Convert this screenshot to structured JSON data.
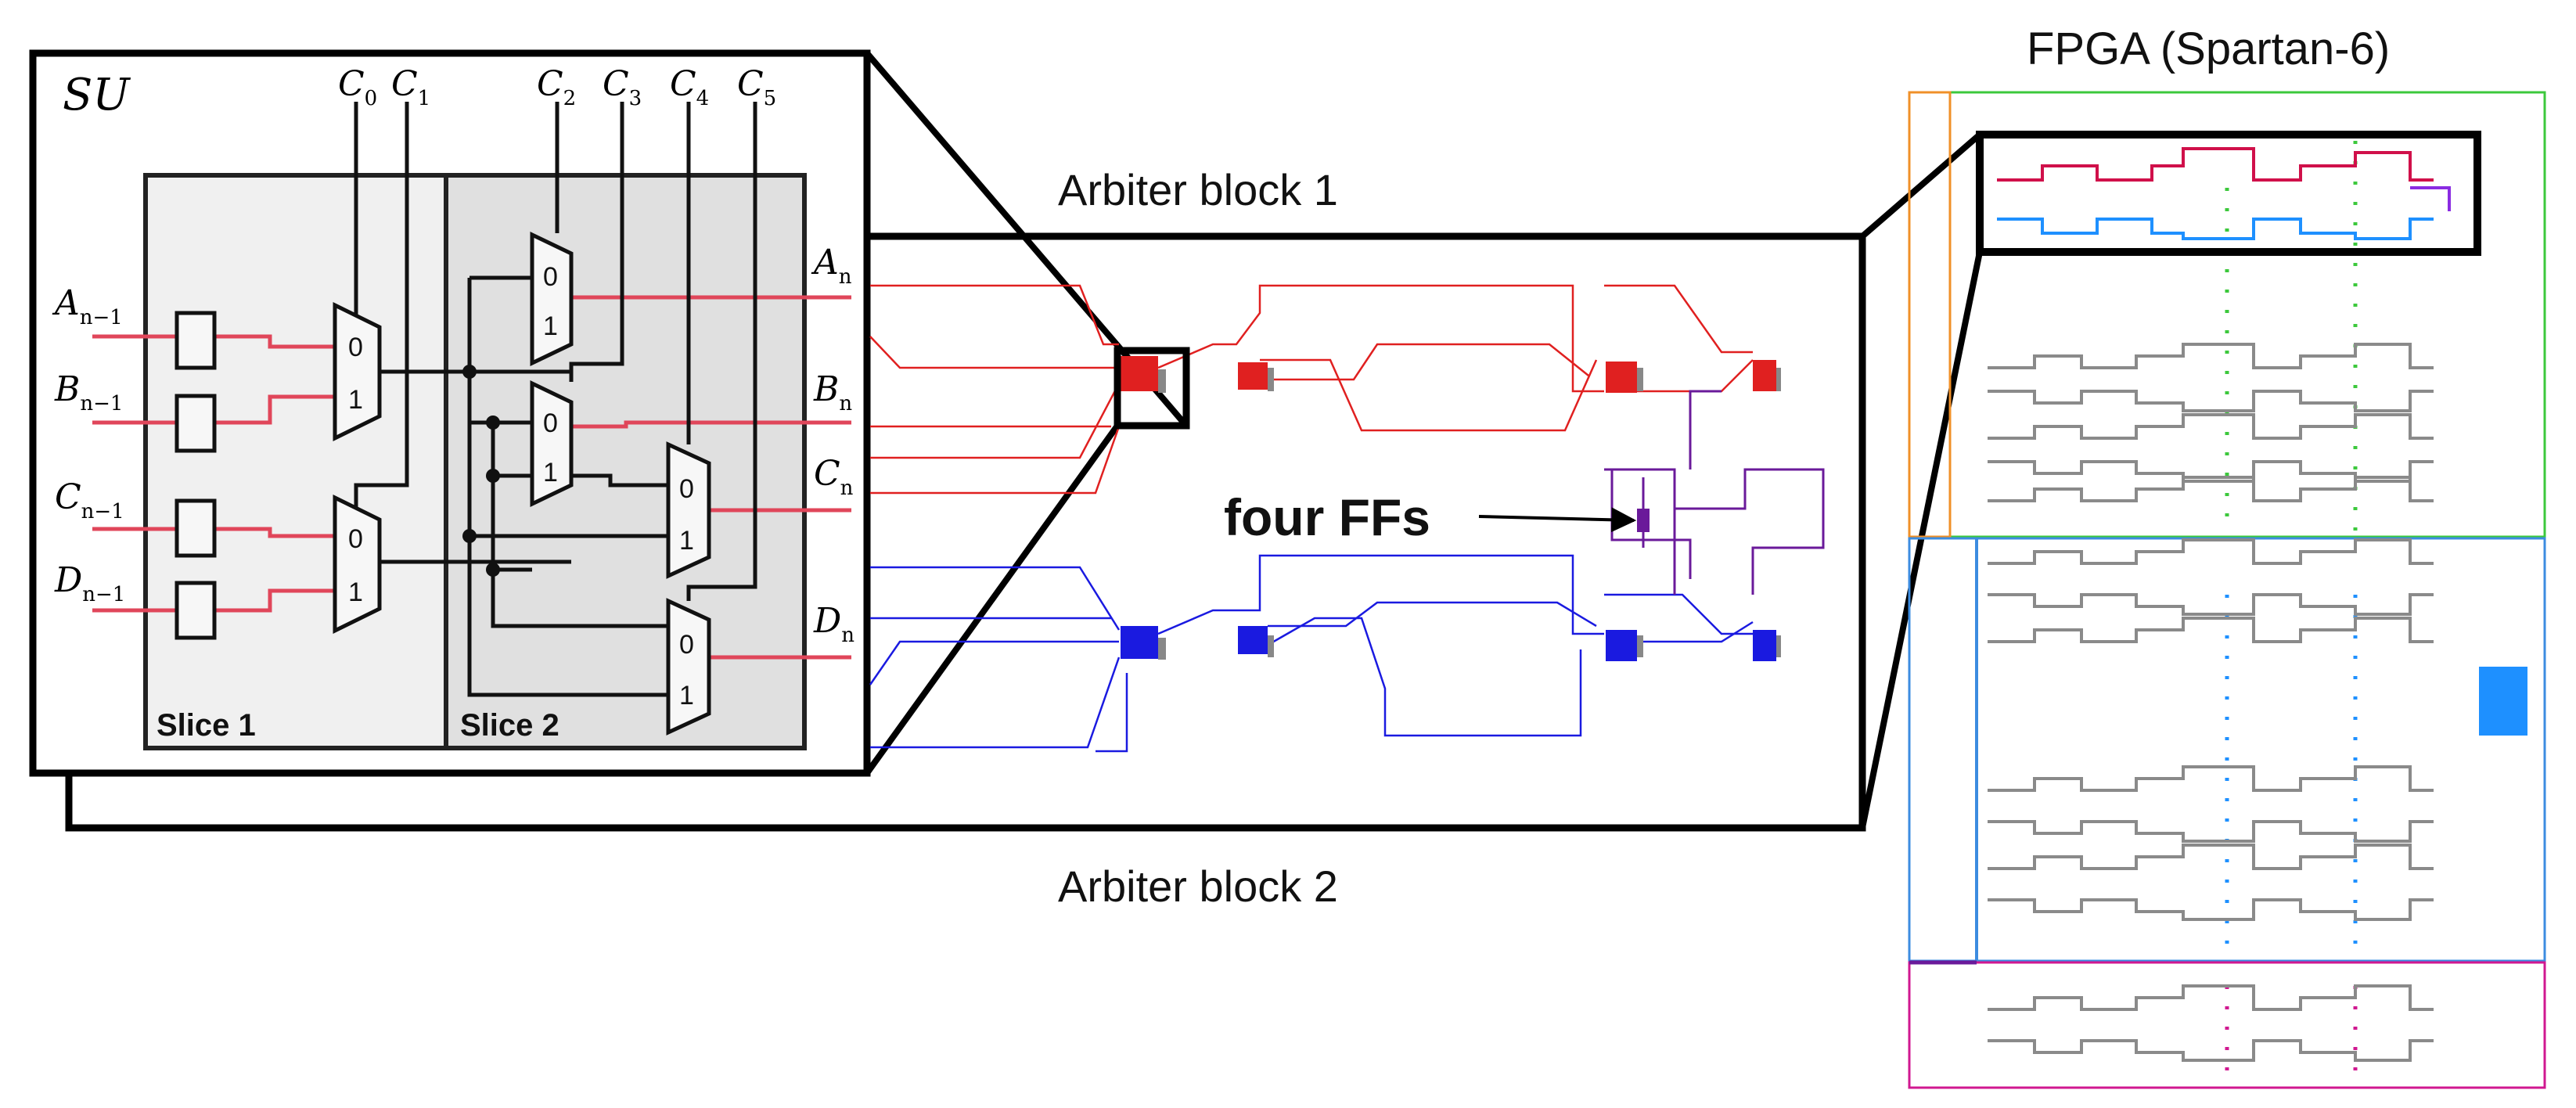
{
  "title": "FPGA (Spartan-6)",
  "su": {
    "title": "SU",
    "slice1": "Slice 1",
    "slice2": "Slice 2",
    "inputs": [
      {
        "base": "A",
        "sub": "n−1"
      },
      {
        "base": "B",
        "sub": "n−1"
      },
      {
        "base": "C",
        "sub": "n−1"
      },
      {
        "base": "D",
        "sub": "n−1"
      }
    ],
    "outputs": [
      {
        "base": "A",
        "sub": "n"
      },
      {
        "base": "B",
        "sub": "n"
      },
      {
        "base": "C",
        "sub": "n"
      },
      {
        "base": "D",
        "sub": "n"
      }
    ],
    "controls": [
      {
        "base": "C",
        "sub": "0"
      },
      {
        "base": "C",
        "sub": "1"
      },
      {
        "base": "C",
        "sub": "2"
      },
      {
        "base": "C",
        "sub": "3"
      },
      {
        "base": "C",
        "sub": "4"
      },
      {
        "base": "C",
        "sub": "5"
      }
    ],
    "mux_zero": "0",
    "mux_one": "1"
  },
  "arbiter_block_1": "Arbiter block 1",
  "arbiter_block_2": "Arbiter block 2",
  "ff_annotation": "four FFs",
  "colors": {
    "red": "#e02020",
    "blue": "#1a1ae0",
    "purple": "#6a1a9a",
    "signal": "#e0465a",
    "gray": "#8a8a8a",
    "green": "#3cc83c",
    "region_blue": "#3c8ce0",
    "magenta": "#d01890",
    "orange": "#f09028",
    "fill_blue": "#1e90ff"
  }
}
